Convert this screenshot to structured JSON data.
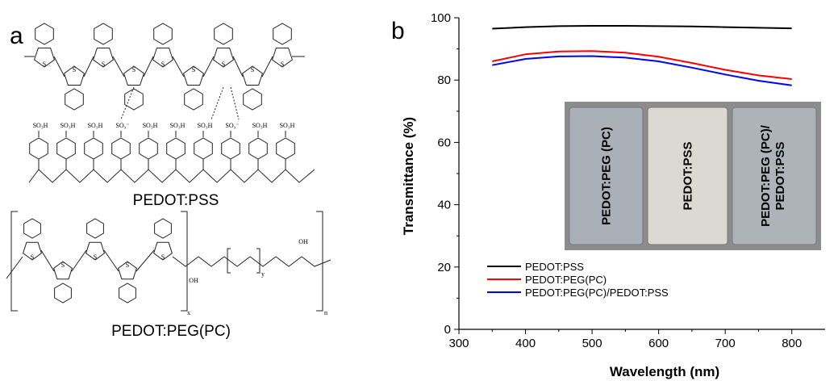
{
  "panels": {
    "a": "a",
    "b": "b"
  },
  "structures": {
    "top_label": "PEDOT:PSS",
    "bottom_label": "PEDOT:PEG(PC)",
    "atoms": {
      "sulfur": "S",
      "sulfonic_acid": "SO₃H",
      "sulfonate": "SO₃⁻",
      "hydroxyl": "OH",
      "subscript_y": "y",
      "subscript_x": "x",
      "subscript_n": "n"
    }
  },
  "photo": {
    "samples": [
      {
        "label": "PEDOT:PEG (PC)",
        "tint": "#a9b0b8"
      },
      {
        "label": "PEDOT:PSS",
        "tint": "#dcd8d2"
      },
      {
        "label": "PEDOT:PEG (PC)/ PEDOT:PSS",
        "tint": "#aeb3b9"
      }
    ]
  },
  "chart_data": {
    "type": "line",
    "xlabel": "Wavelength (nm)",
    "ylabel": "Transmittance (%)",
    "xlim": [
      300,
      850
    ],
    "ylim": [
      0,
      100
    ],
    "xticks": [
      300,
      400,
      500,
      600,
      700,
      800
    ],
    "yticks": [
      0,
      20,
      40,
      60,
      80,
      100
    ],
    "grid": false,
    "legend_position": "bottom-left",
    "series": [
      {
        "name": "PEDOT:PSS",
        "color": "#000000",
        "x": [
          350,
          400,
          450,
          500,
          550,
          600,
          650,
          700,
          750,
          800
        ],
        "y": [
          96.5,
          97.0,
          97.3,
          97.4,
          97.4,
          97.3,
          97.2,
          97.0,
          96.8,
          96.6
        ]
      },
      {
        "name": "PEDOT:PEG(PC)",
        "color": "#ff0000",
        "x": [
          350,
          400,
          450,
          500,
          550,
          600,
          650,
          700,
          750,
          800
        ],
        "y": [
          86.0,
          88.3,
          89.2,
          89.3,
          88.8,
          87.5,
          85.5,
          83.3,
          81.5,
          80.3
        ]
      },
      {
        "name": "PEDOT:PEG(PC)/PEDOT:PSS",
        "color": "#0000ff",
        "x": [
          350,
          400,
          450,
          500,
          550,
          600,
          650,
          700,
          750,
          800
        ],
        "y": [
          84.8,
          86.8,
          87.6,
          87.7,
          87.2,
          86.0,
          84.0,
          81.8,
          79.8,
          78.3
        ]
      }
    ]
  }
}
